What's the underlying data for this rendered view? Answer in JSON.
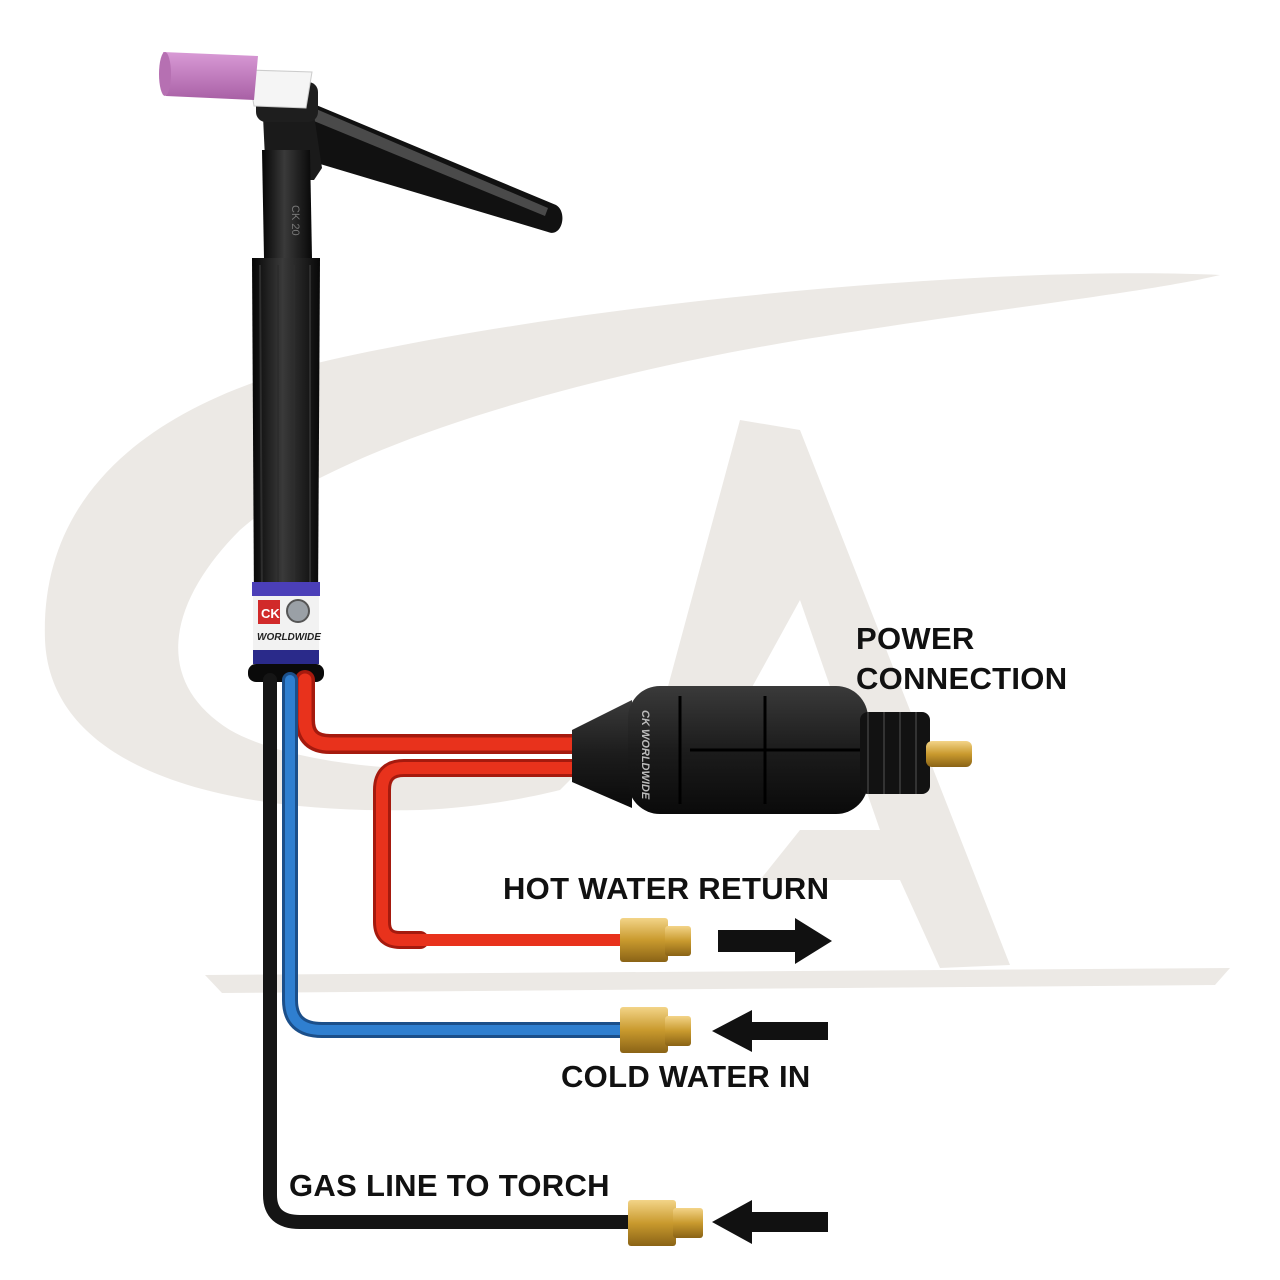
{
  "labels": {
    "power_line1": "POWER",
    "power_line2": "CONNECTION",
    "hot_water_return": "HOT WATER RETURN",
    "cold_water_in": "COLD WATER IN",
    "gas_line_to_torch": "GAS LINE TO TORCH"
  },
  "brand": {
    "logo_text": "CK",
    "handle_text": "WORLDWIDE",
    "connector_text": "CK WORLDWIDE",
    "torch_text": "CK 20"
  },
  "colors": {
    "watermark": "#ece9e5",
    "hot_hose": "#e8321c",
    "cold_hose": "#2f7fd0",
    "gas_hose": "#151515",
    "brass": "#c99a2e",
    "cup": "#c77fc4",
    "arrow": "#111111"
  },
  "icons": {
    "arrow_out": "arrow-right-icon",
    "arrow_in": "arrow-left-icon"
  }
}
